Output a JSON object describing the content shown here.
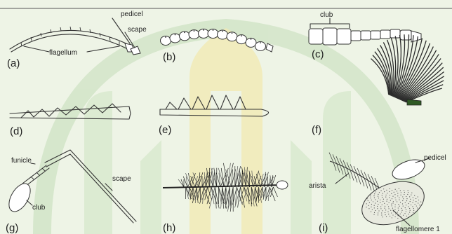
{
  "figure": {
    "panels": [
      {
        "id": "a",
        "label": "(a)",
        "annotations": [
          "pedicel",
          "scape",
          "flagellum"
        ]
      },
      {
        "id": "b",
        "label": "(b)",
        "annotations": []
      },
      {
        "id": "c",
        "label": "(c)",
        "annotations": [
          "club"
        ]
      },
      {
        "id": "d",
        "label": "(d)",
        "annotations": []
      },
      {
        "id": "e",
        "label": "(e)",
        "annotations": []
      },
      {
        "id": "f",
        "label": "(f)",
        "annotations": []
      },
      {
        "id": "g",
        "label": "(g)",
        "annotations": [
          "funicle",
          "scape",
          "club"
        ]
      },
      {
        "id": "h",
        "label": "(h)",
        "annotations": []
      },
      {
        "id": "i",
        "label": "(i)",
        "annotations": [
          "pedicel",
          "arista",
          "flagellomere 1"
        ]
      }
    ]
  },
  "colors": {
    "background": "#eef4e6",
    "ink": "#333333",
    "watermark_green": "#cfe3c4",
    "watermark_yellow": "#f2e6a4",
    "plume_dark": "#2a2a2a"
  }
}
